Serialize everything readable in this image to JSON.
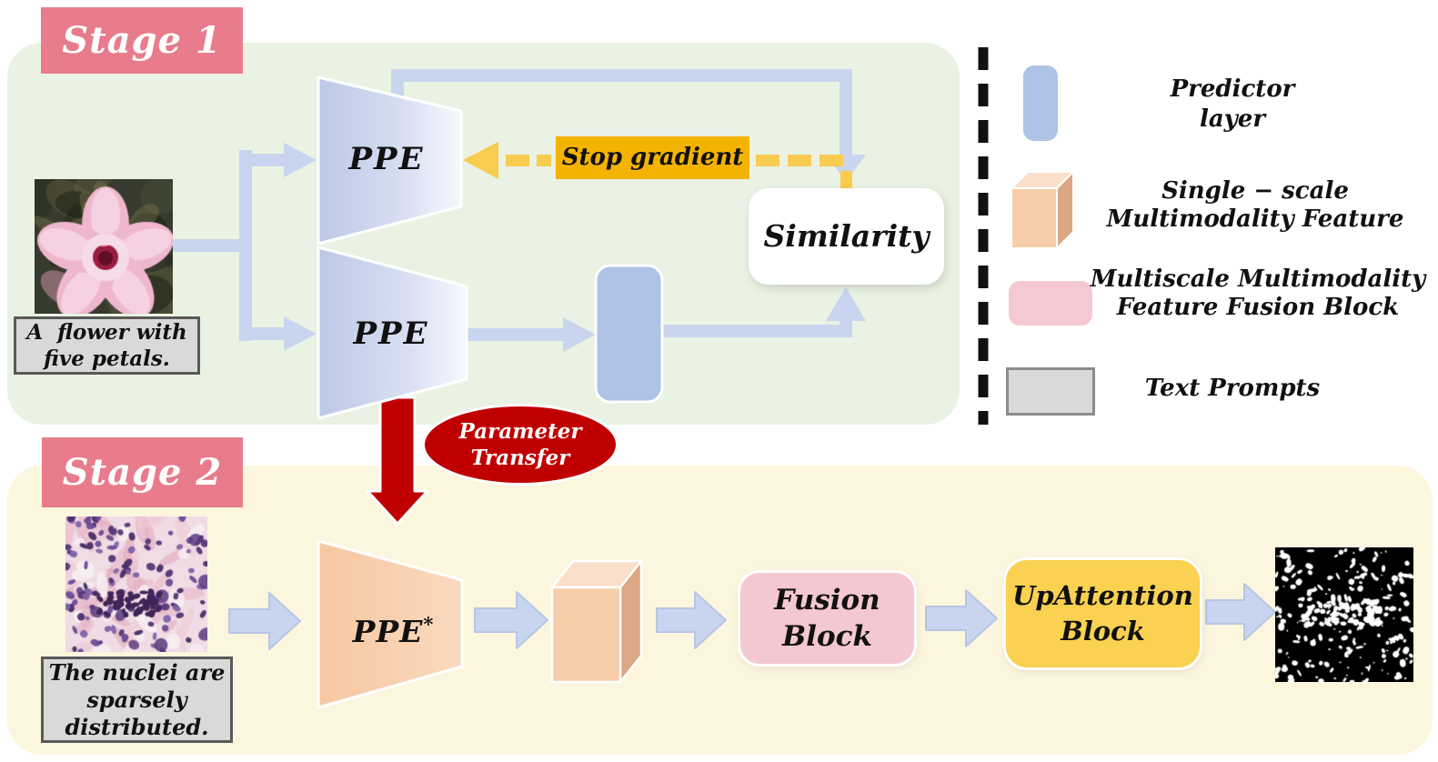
{
  "stage1": {
    "label": "Stage 1",
    "ppe_top": "PPE",
    "ppe_bottom": "PPE",
    "stop_gradient": "Stop gradient",
    "similarity": "Similarity",
    "caption_line1": "A  flower with",
    "caption_line2": "five petals."
  },
  "stage2": {
    "label": "Stage 2",
    "ppe": "PPE",
    "ppe_sup": "*",
    "fusion_line1": "Fusion",
    "fusion_line2": "Block",
    "upattention_line1": "UpAttention",
    "upattention_line2": "Block",
    "caption_line1": "The nuclei are",
    "caption_line2": "sparsely",
    "caption_line3": "distributed."
  },
  "transfer": {
    "line1": "Parameter",
    "line2": "Transfer"
  },
  "legend": {
    "predictor_line1": "Predictor",
    "predictor_line2": "layer",
    "single_line1": "Single − scale",
    "single_line2": "Multimodality Feature",
    "multiscale_line1": "Multiscale Multimodality",
    "multiscale_line2": "Feature Fusion Block",
    "text_prompts": "Text Prompts"
  },
  "colors": {
    "stage_label_bg": "#E87C8C",
    "stage1_panel": "#EAF2E3",
    "stage2_panel": "#FDF6DF",
    "flow_blue": "#C9D5EE",
    "predictor_blue": "#AEC3E5",
    "stop_gradient_bg": "#F5B301",
    "dash_yellow": "#F8CC4F",
    "transfer_red": "#C00000",
    "feature_peach": "#F7CDA9",
    "fusion_pink": "#F4C8D1",
    "upattention_yellow": "#FAD150",
    "prompt_gray": "#D9D9D9"
  }
}
